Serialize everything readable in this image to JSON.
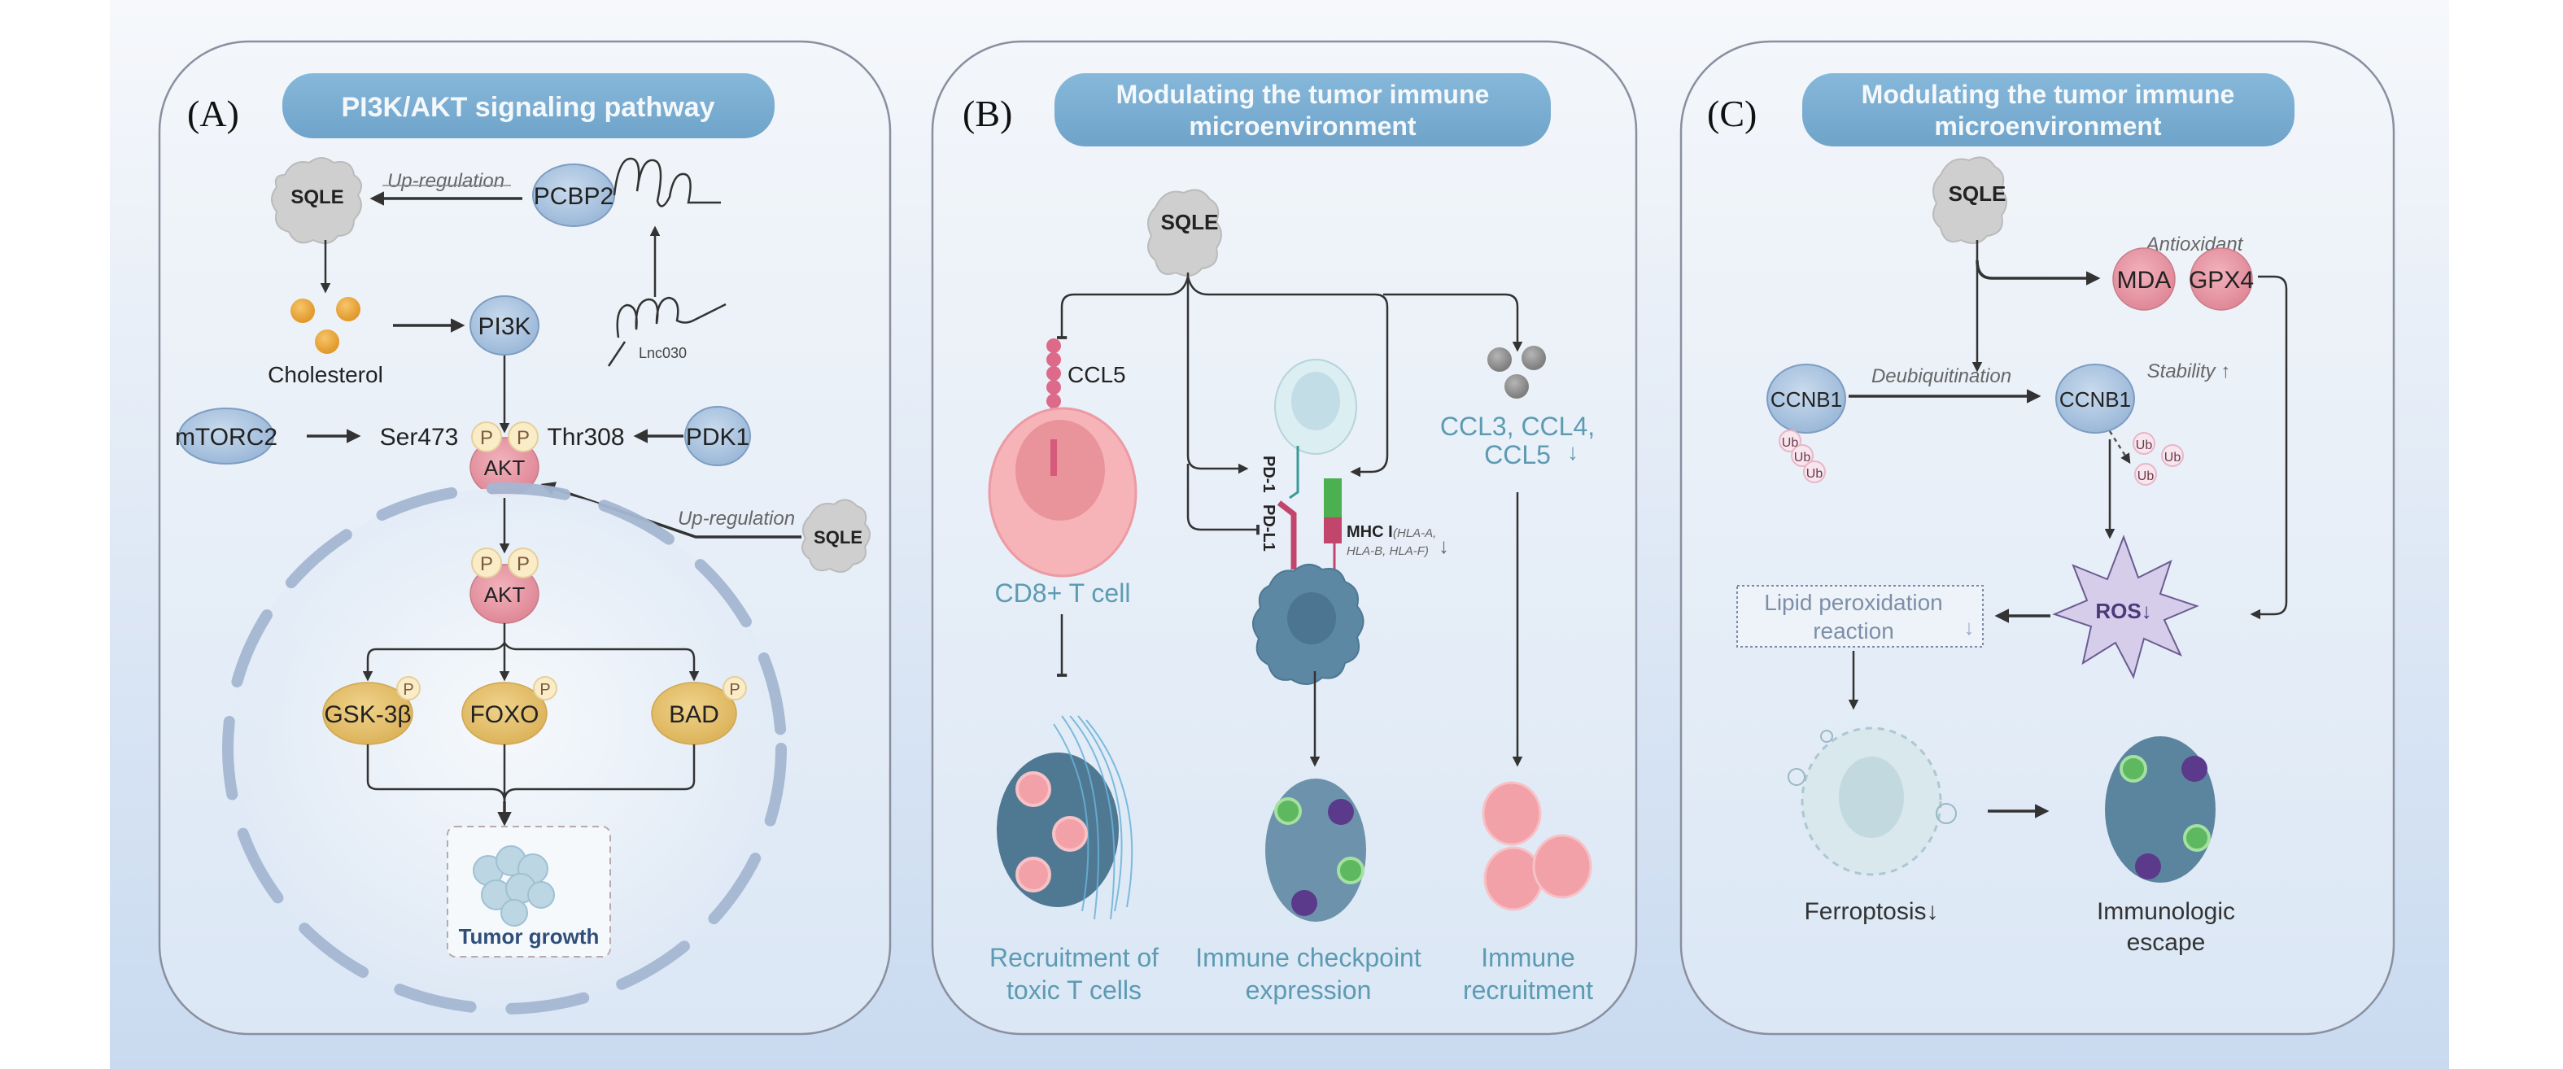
{
  "colors": {
    "title_pill": "#7fb0d3",
    "panel_bg": "#eef3f9",
    "protein_blue": "#a9c3df",
    "protein_pink": "#e79aa6",
    "protein_yellow": "#e8c370",
    "sqle_gray": "#c9c9c9",
    "caption_blue": "#5c9bb3",
    "ros_purple": "#d3c8e8",
    "cd8_pink": "#f3a1a8"
  },
  "panels": {
    "a": {
      "letter": "(A)",
      "title": "PI3K/AKT signaling pathway",
      "sqle_top": "SQLE",
      "upreg_top": "Up-regulation",
      "pcbp2": "PCBP2",
      "lnc030": "Lnc030",
      "cholesterol": "Cholesterol",
      "pi3k": "PI3K",
      "mtorc2": "mTORC2",
      "ser473": "Ser473",
      "thr308": "Thr308",
      "pdk1": "PDK1",
      "p": "P",
      "akt": "AKT",
      "akt_nuclear": "AKT",
      "upreg_side": "Up-regulation",
      "sqle_side": "SQLE",
      "gsk3b": "GSK-3β",
      "foxo": "FOXO",
      "bad": "BAD",
      "tumor_growth": "Tumor growth"
    },
    "b": {
      "letter": "(B)",
      "title_line1": "Modulating the tumor immune",
      "title_line2": "microenvironment",
      "sqle": "SQLE",
      "ccl5": "CCL5",
      "cd8": "CD8+ T cell",
      "pd1": "PD-1",
      "pdl1": "PD-L1",
      "mhc": "MHC I",
      "hla_line1": "(HLA-A,",
      "hla_line2": "HLA-B, HLA-F)",
      "ccl_line1": "CCL3, CCL4,",
      "ccl_line2": "CCL5",
      "down_arrow": "↓",
      "cap1_line1": "Recruitment of",
      "cap1_line2": "toxic T cells",
      "cap2_line1": "Immune checkpoint",
      "cap2_line2": "expression",
      "cap3_line1": "Immune",
      "cap3_line2": "recruitment"
    },
    "c": {
      "letter": "(C)",
      "title_line1": "Modulating the tumor immune",
      "title_line2": "microenvironment",
      "sqle": "SQLE",
      "antioxidant": "Antioxidant",
      "mda": "MDA",
      "gpx4": "GPX4",
      "ccnb1_left": "CCNB1",
      "ccnb1_right": "CCNB1",
      "deubiq": "Deubiquitination",
      "stability": "Stability ↑",
      "ub": "Ub",
      "ros": "ROS↓",
      "lipid_line1": "Lipid peroxidation",
      "lipid_line2": "reaction",
      "ferroptosis": "Ferroptosis↓",
      "immuno_line1": "Immunologic",
      "immuno_line2": "escape"
    }
  }
}
